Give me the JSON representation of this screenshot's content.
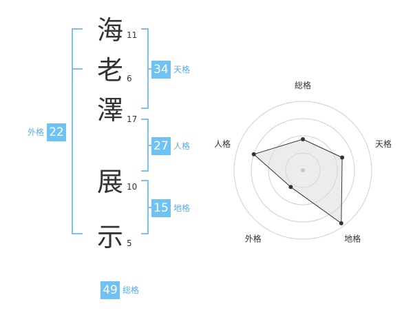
{
  "name_chars": [
    {
      "char": "海",
      "strokes": "11"
    },
    {
      "char": "老",
      "strokes": "6"
    },
    {
      "char": "澤",
      "strokes": "17"
    },
    {
      "char": "展",
      "strokes": "10"
    },
    {
      "char": "示",
      "strokes": "5"
    }
  ],
  "scores": {
    "tenkaku": {
      "value": "34",
      "label": "天格"
    },
    "jinkaku": {
      "value": "27",
      "label": "人格"
    },
    "chikaku": {
      "value": "15",
      "label": "地格"
    },
    "gaikaku": {
      "value": "22",
      "label": "外格"
    },
    "soukaku": {
      "value": "49",
      "label": "総格"
    }
  },
  "colors": {
    "accent": "#6ec3f4",
    "bracket": "#7cc0f0",
    "text": "#333333"
  },
  "chart_data": {
    "type": "radar",
    "axes": [
      "総格",
      "天格",
      "地格",
      "外格",
      "人格"
    ],
    "values": [
      0.45,
      0.6,
      0.95,
      0.3,
      0.75
    ],
    "rings": 4,
    "max": 1
  }
}
